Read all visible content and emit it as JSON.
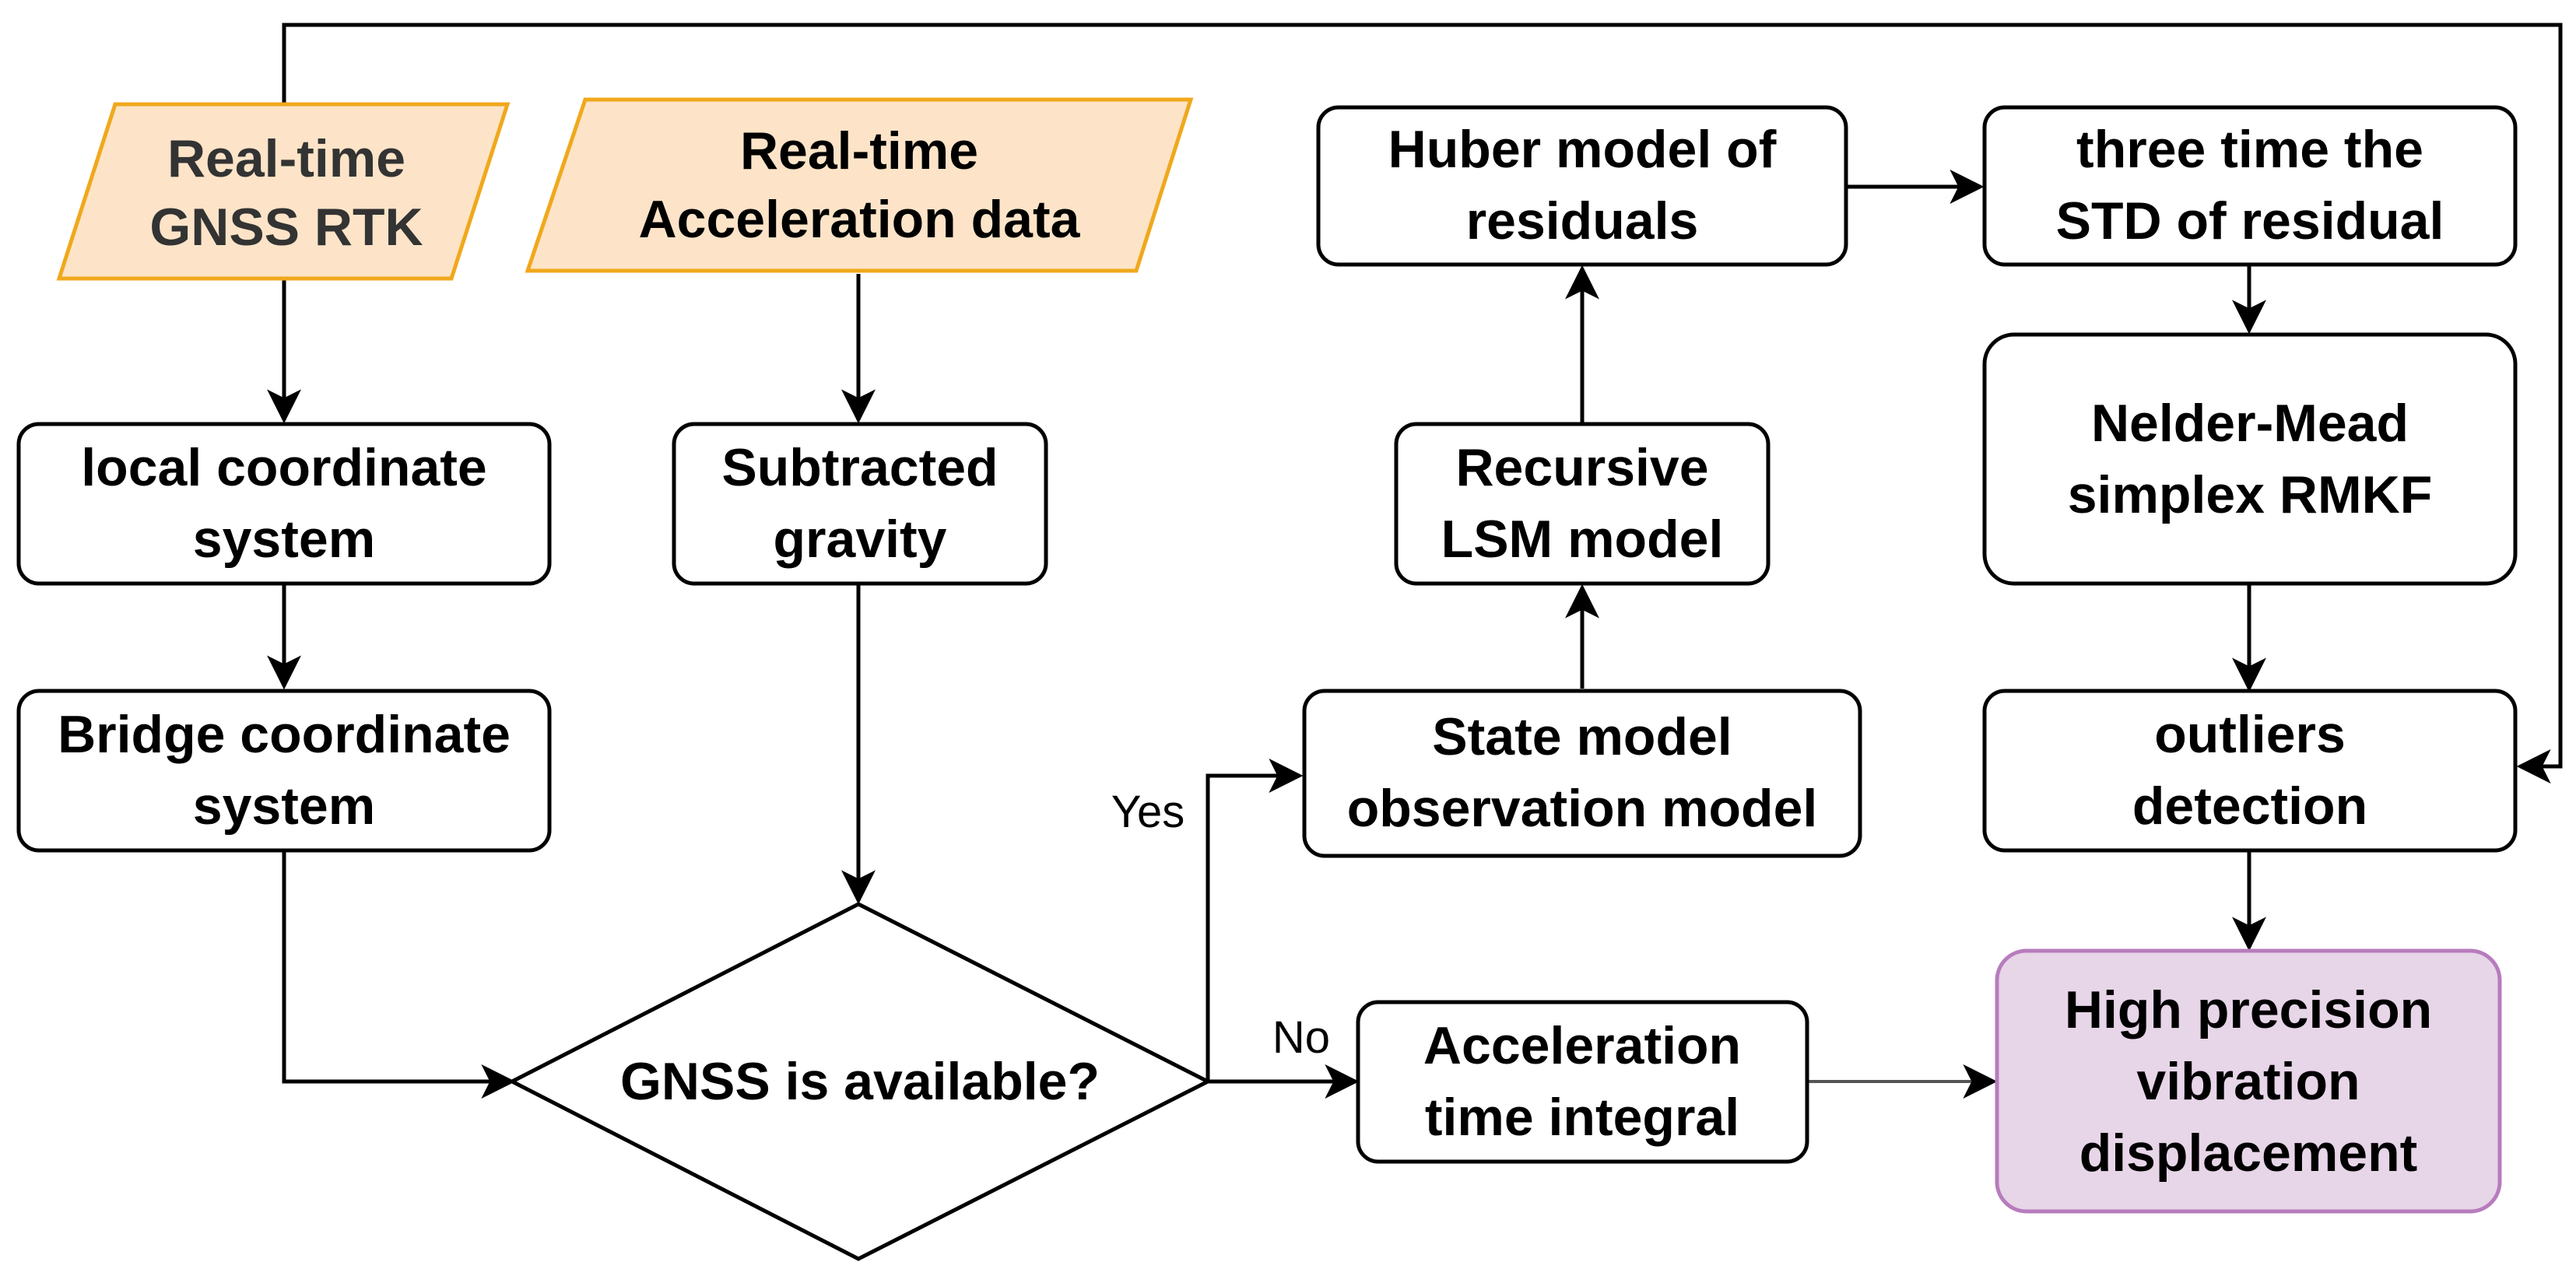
{
  "nodes": {
    "realtime_gnss": {
      "lines": [
        "Real-time",
        "GNSS RTK"
      ]
    },
    "realtime_accel": {
      "lines": [
        "Real-time",
        "Acceleration data"
      ]
    },
    "local_coord": {
      "lines": [
        "local coordinate",
        "system"
      ]
    },
    "bridge_coord": {
      "lines": [
        "Bridge coordinate",
        "system"
      ]
    },
    "subtracted_gravity": {
      "lines": [
        "Subtracted",
        "gravity"
      ]
    },
    "gnss_available": {
      "lines": [
        "GNSS is available?"
      ]
    },
    "state_model": {
      "lines": [
        "State model",
        "observation model"
      ]
    },
    "recursive_lsm": {
      "lines": [
        "Recursive",
        "LSM model"
      ]
    },
    "huber_model": {
      "lines": [
        "Huber model of",
        "residuals"
      ]
    },
    "three_std": {
      "lines": [
        "three time the",
        "STD of residual"
      ]
    },
    "nelder_mead": {
      "lines": [
        "Nelder-Mead",
        "simplex RMKF"
      ]
    },
    "outliers": {
      "lines": [
        "outliers",
        "detection"
      ]
    },
    "accel_integral": {
      "lines": [
        "Acceleration",
        "time integral"
      ]
    },
    "high_precision": {
      "lines": [
        "High precision",
        "vibration",
        "displacement"
      ]
    }
  },
  "edge_labels": {
    "yes": "Yes",
    "no": "No"
  },
  "colors": {
    "input_fill": "#fde4c8",
    "input_stroke": "#f0a81c",
    "output_fill": "#e7d5e8",
    "output_stroke": "#b77cbc",
    "box_stroke": "#000000"
  }
}
